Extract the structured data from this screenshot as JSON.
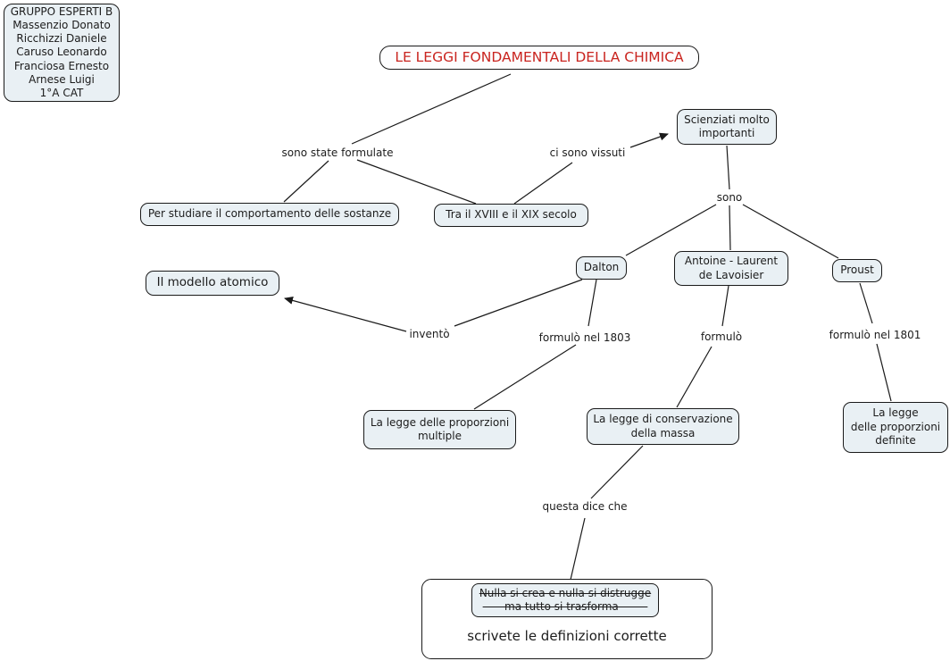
{
  "colors": {
    "background": "#ffffff",
    "node_fill": "#e9f0f4",
    "node_border": "#1a1a1a",
    "title_text": "#c9241f",
    "body_text": "#1c1c1c"
  },
  "credits_box": {
    "text": "GRUPPO ESPERTI B\nMassenzio Donato\nRicchizzi Daniele\nCaruso Leonardo\nFranciosa Ernesto\nArnese Luigi\n1°A CAT"
  },
  "nodes": {
    "title": "LE LEGGI FONDAMENTALI DELLA CHIMICA",
    "scienziati": "Scienziati molto\nimportanti",
    "per_studiare": "Per studiare il comportamento delle sostanze",
    "periodo": "Tra il XVIII e il XIX secolo",
    "dalton": "Dalton",
    "lavoisier": "Antoine - Laurent\nde Lavoisier",
    "proust": "Proust",
    "modello_atomico": "Il modello atomico",
    "legge_multiple": "La legge delle proporzioni\nmultiple",
    "legge_conservazione": "La legge di conservazione\ndella massa",
    "legge_definite": "La legge\ndelle proporzioni\ndefinite",
    "definizione_barrata": "Nulla si crea e nulla si distrugge\n- - - ma tutto si trasforma - - - -",
    "istruzione": "scrivete le definizioni corrette"
  },
  "link_labels": {
    "sono_state_formulate": "sono state formulate",
    "ci_sono_vissuti": "ci sono vissuti",
    "sono": "sono",
    "invento": "inventò",
    "formulo_nel_1803": "formulò nel 1803",
    "formulo": "formulò",
    "formulo_nel_1801": "formulò nel 1801",
    "questa_dice_che": "questa dice che"
  }
}
